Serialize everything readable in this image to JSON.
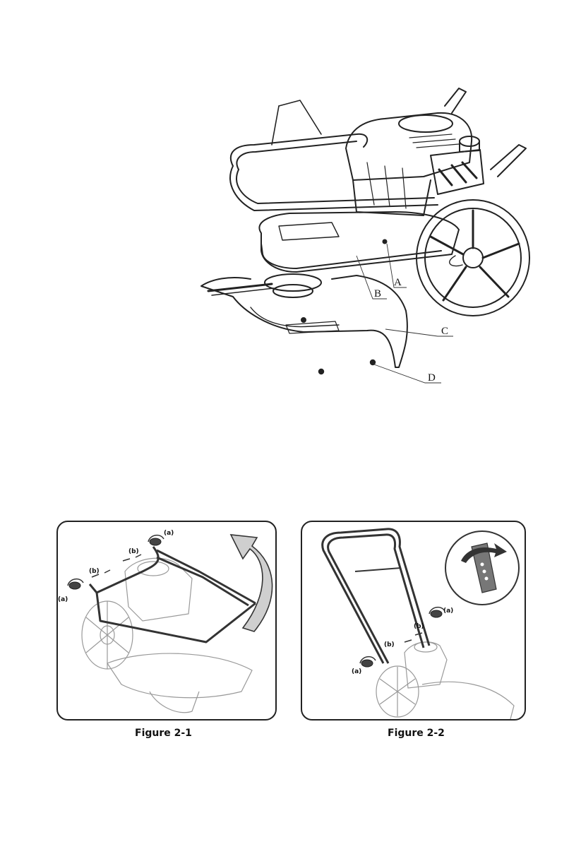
{
  "diagram": {
    "callouts": [
      {
        "id": "A",
        "label": "A"
      },
      {
        "id": "B",
        "label": "B"
      },
      {
        "id": "C",
        "label": "C"
      },
      {
        "id": "D",
        "label": "D"
      }
    ]
  },
  "figure_2_1": {
    "caption": "Figure 2-1",
    "markers": [
      "(a)",
      "(b)",
      "(b)",
      "(a)"
    ]
  },
  "figure_2_2": {
    "caption": "Figure 2-2",
    "markers": [
      "(a)",
      "(b)",
      "(b)",
      "(a)"
    ]
  }
}
